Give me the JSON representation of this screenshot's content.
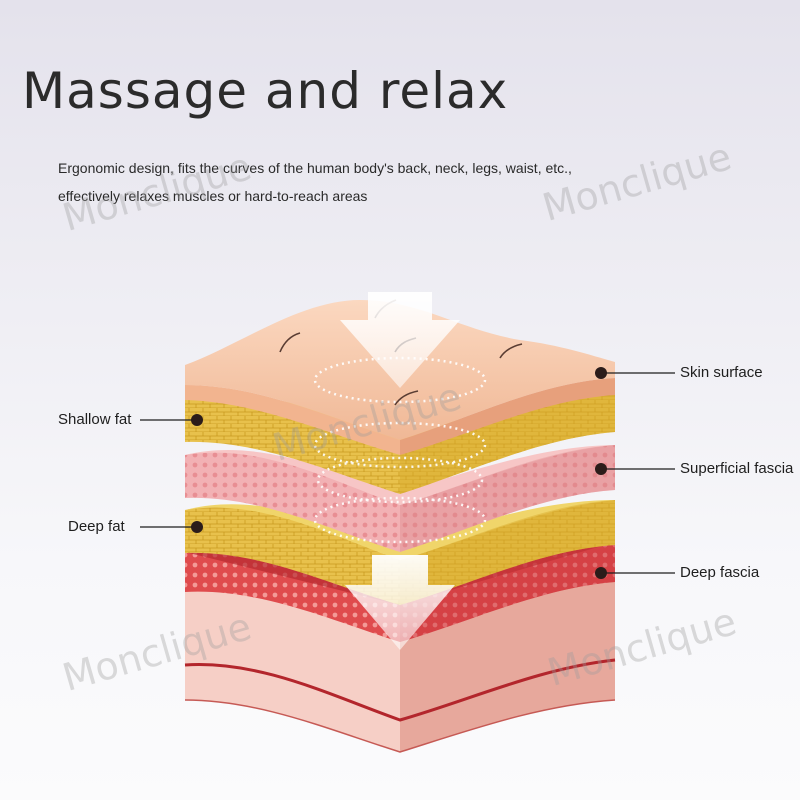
{
  "header": {
    "title": "Massage and relax",
    "subtitle_line1": "Ergonomic design, fits the curves of the human body's back, neck, legs, waist, etc.,",
    "subtitle_line2": "effectively relaxes muscles or hard-to-reach areas"
  },
  "labels": {
    "skin_surface": "Skin surface",
    "shallow_fat": "Shallow fat",
    "superficial_fascia": "Superficial fascia",
    "deep_fat": "Deep fat",
    "deep_fascia": "Deep fascia"
  },
  "watermark": "Monclique",
  "colors": {
    "skin": "#f3c2a4",
    "fat": "#e9c24a",
    "superficial_fascia": "#f2b3b6",
    "deep_fascia": "#e0474a",
    "muscle": "#f4c0b8"
  }
}
